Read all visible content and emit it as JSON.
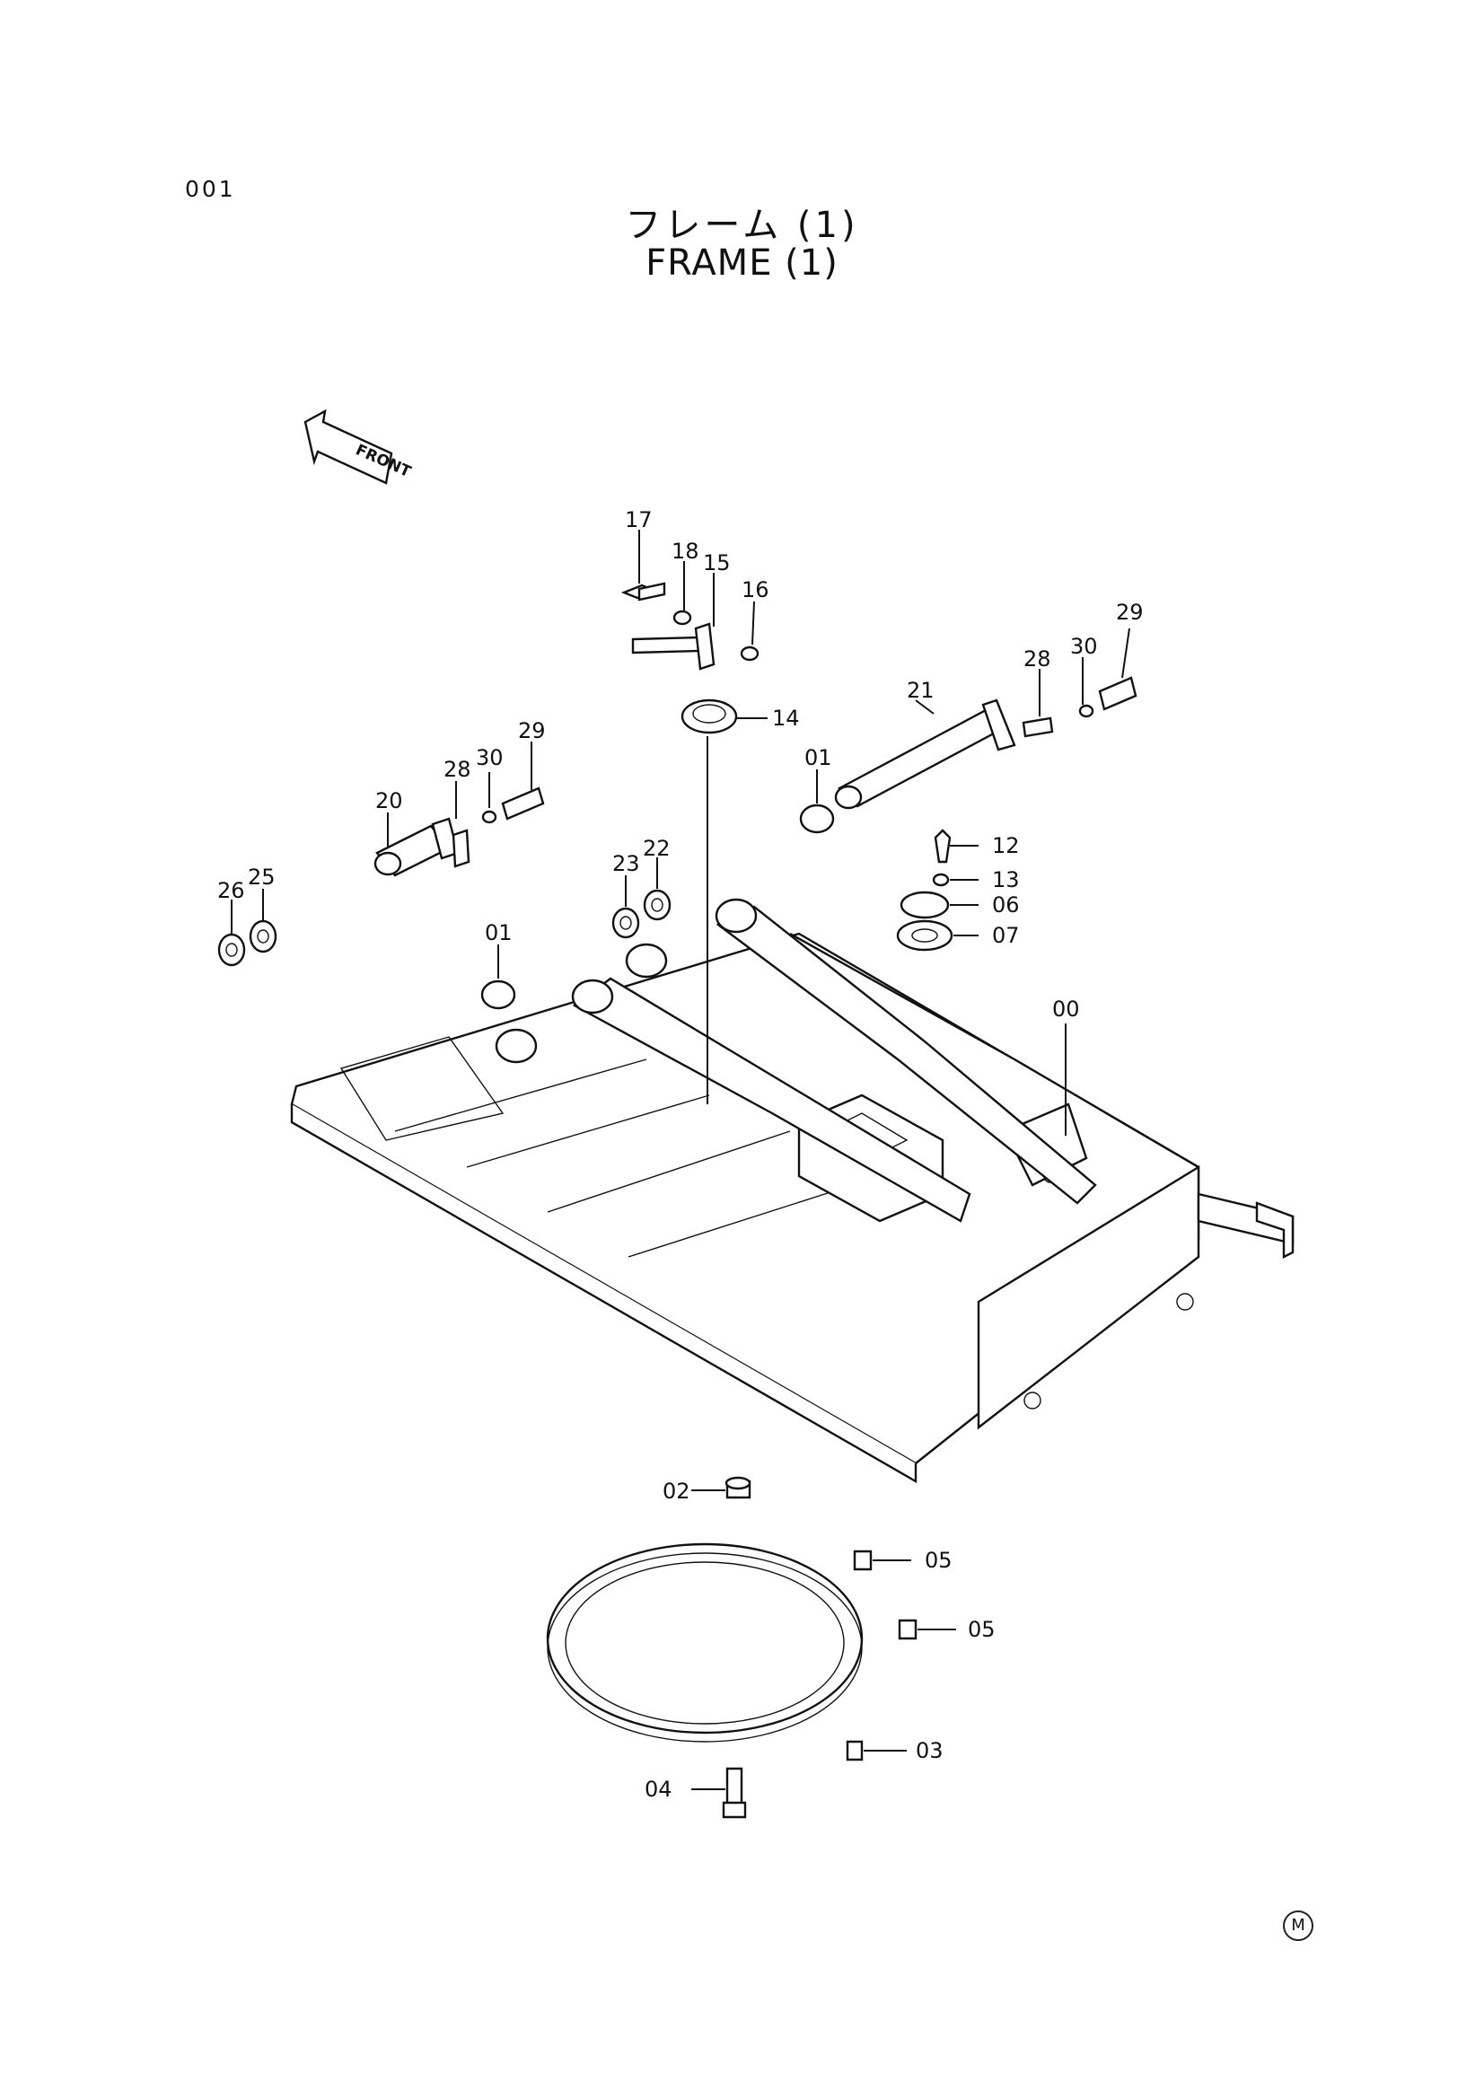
{
  "page_code": "001",
  "title_jp": "フレーム (1)",
  "title_en": "FRAME (1)",
  "front_label": "FRONT",
  "corner_mark": "M",
  "callouts": [
    {
      "id": "c17",
      "text": "17"
    },
    {
      "id": "c18",
      "text": "18"
    },
    {
      "id": "c15",
      "text": "15"
    },
    {
      "id": "c16",
      "text": "16"
    },
    {
      "id": "c14",
      "text": "14"
    },
    {
      "id": "c21",
      "text": "21"
    },
    {
      "id": "c28r",
      "text": "28"
    },
    {
      "id": "c30r",
      "text": "30"
    },
    {
      "id": "c29r",
      "text": "29"
    },
    {
      "id": "c01r",
      "text": "01"
    },
    {
      "id": "c12",
      "text": "12"
    },
    {
      "id": "c13",
      "text": "13"
    },
    {
      "id": "c06",
      "text": "06"
    },
    {
      "id": "c07",
      "text": "07"
    },
    {
      "id": "c00",
      "text": "00"
    },
    {
      "id": "c20",
      "text": "20"
    },
    {
      "id": "c28l",
      "text": "28"
    },
    {
      "id": "c30l",
      "text": "30"
    },
    {
      "id": "c29l",
      "text": "29"
    },
    {
      "id": "c23",
      "text": "23"
    },
    {
      "id": "c22",
      "text": "22"
    },
    {
      "id": "c26",
      "text": "26"
    },
    {
      "id": "c25",
      "text": "25"
    },
    {
      "id": "c01l",
      "text": "01"
    },
    {
      "id": "c02",
      "text": "02"
    },
    {
      "id": "c05a",
      "text": "05"
    },
    {
      "id": "c05b",
      "text": "05"
    },
    {
      "id": "c03",
      "text": "03"
    },
    {
      "id": "c04",
      "text": "04"
    }
  ]
}
